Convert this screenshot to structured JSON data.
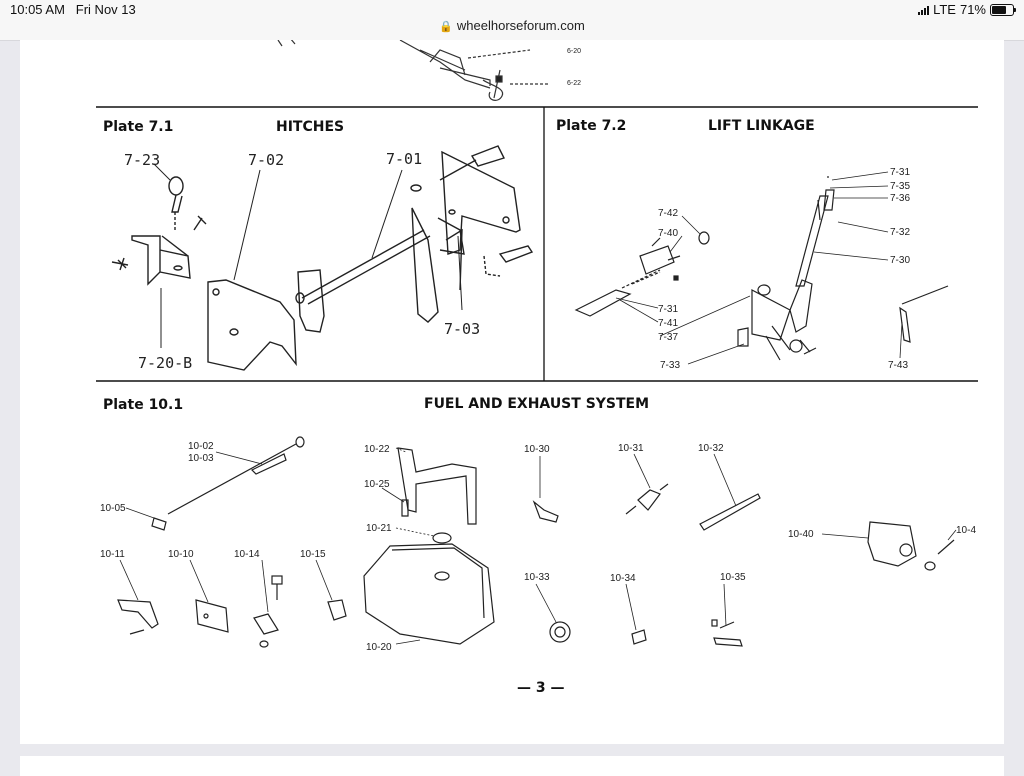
{
  "status": {
    "time": "10:05 AM",
    "date": "Fri Nov 13",
    "carrier": "LTE",
    "battery": "71%"
  },
  "url": "wheelhorseforum.com",
  "plates": {
    "p71": {
      "plate": "Plate 7.1",
      "title": "HITCHES",
      "labels": [
        "7-23",
        "7-02",
        "7-01",
        "7-03",
        "7-20-B"
      ]
    },
    "p72": {
      "plate": "Plate 7.2",
      "title": "LIFT LINKAGE",
      "labels": [
        "7-31",
        "7-35",
        "7-36",
        "7-32",
        "7-30",
        "7-42",
        "7-40",
        "7-31",
        "7-41",
        "7-37",
        "7-33",
        "7-43"
      ]
    },
    "p101": {
      "plate": "Plate 10.1",
      "title": "FUEL AND EXHAUST SYSTEM",
      "labels": [
        "10-02",
        "10-03",
        "10-05",
        "10-11",
        "10-10",
        "10-14",
        "10-15",
        "10-22",
        "10-25",
        "10-21",
        "10-20",
        "10-30",
        "10-31",
        "10-32",
        "10-33",
        "10-34",
        "10-35",
        "10-40",
        "10-4"
      ]
    }
  },
  "top_labels": [
    "6-20",
    "6-22"
  ],
  "page_number": "— 3 —"
}
